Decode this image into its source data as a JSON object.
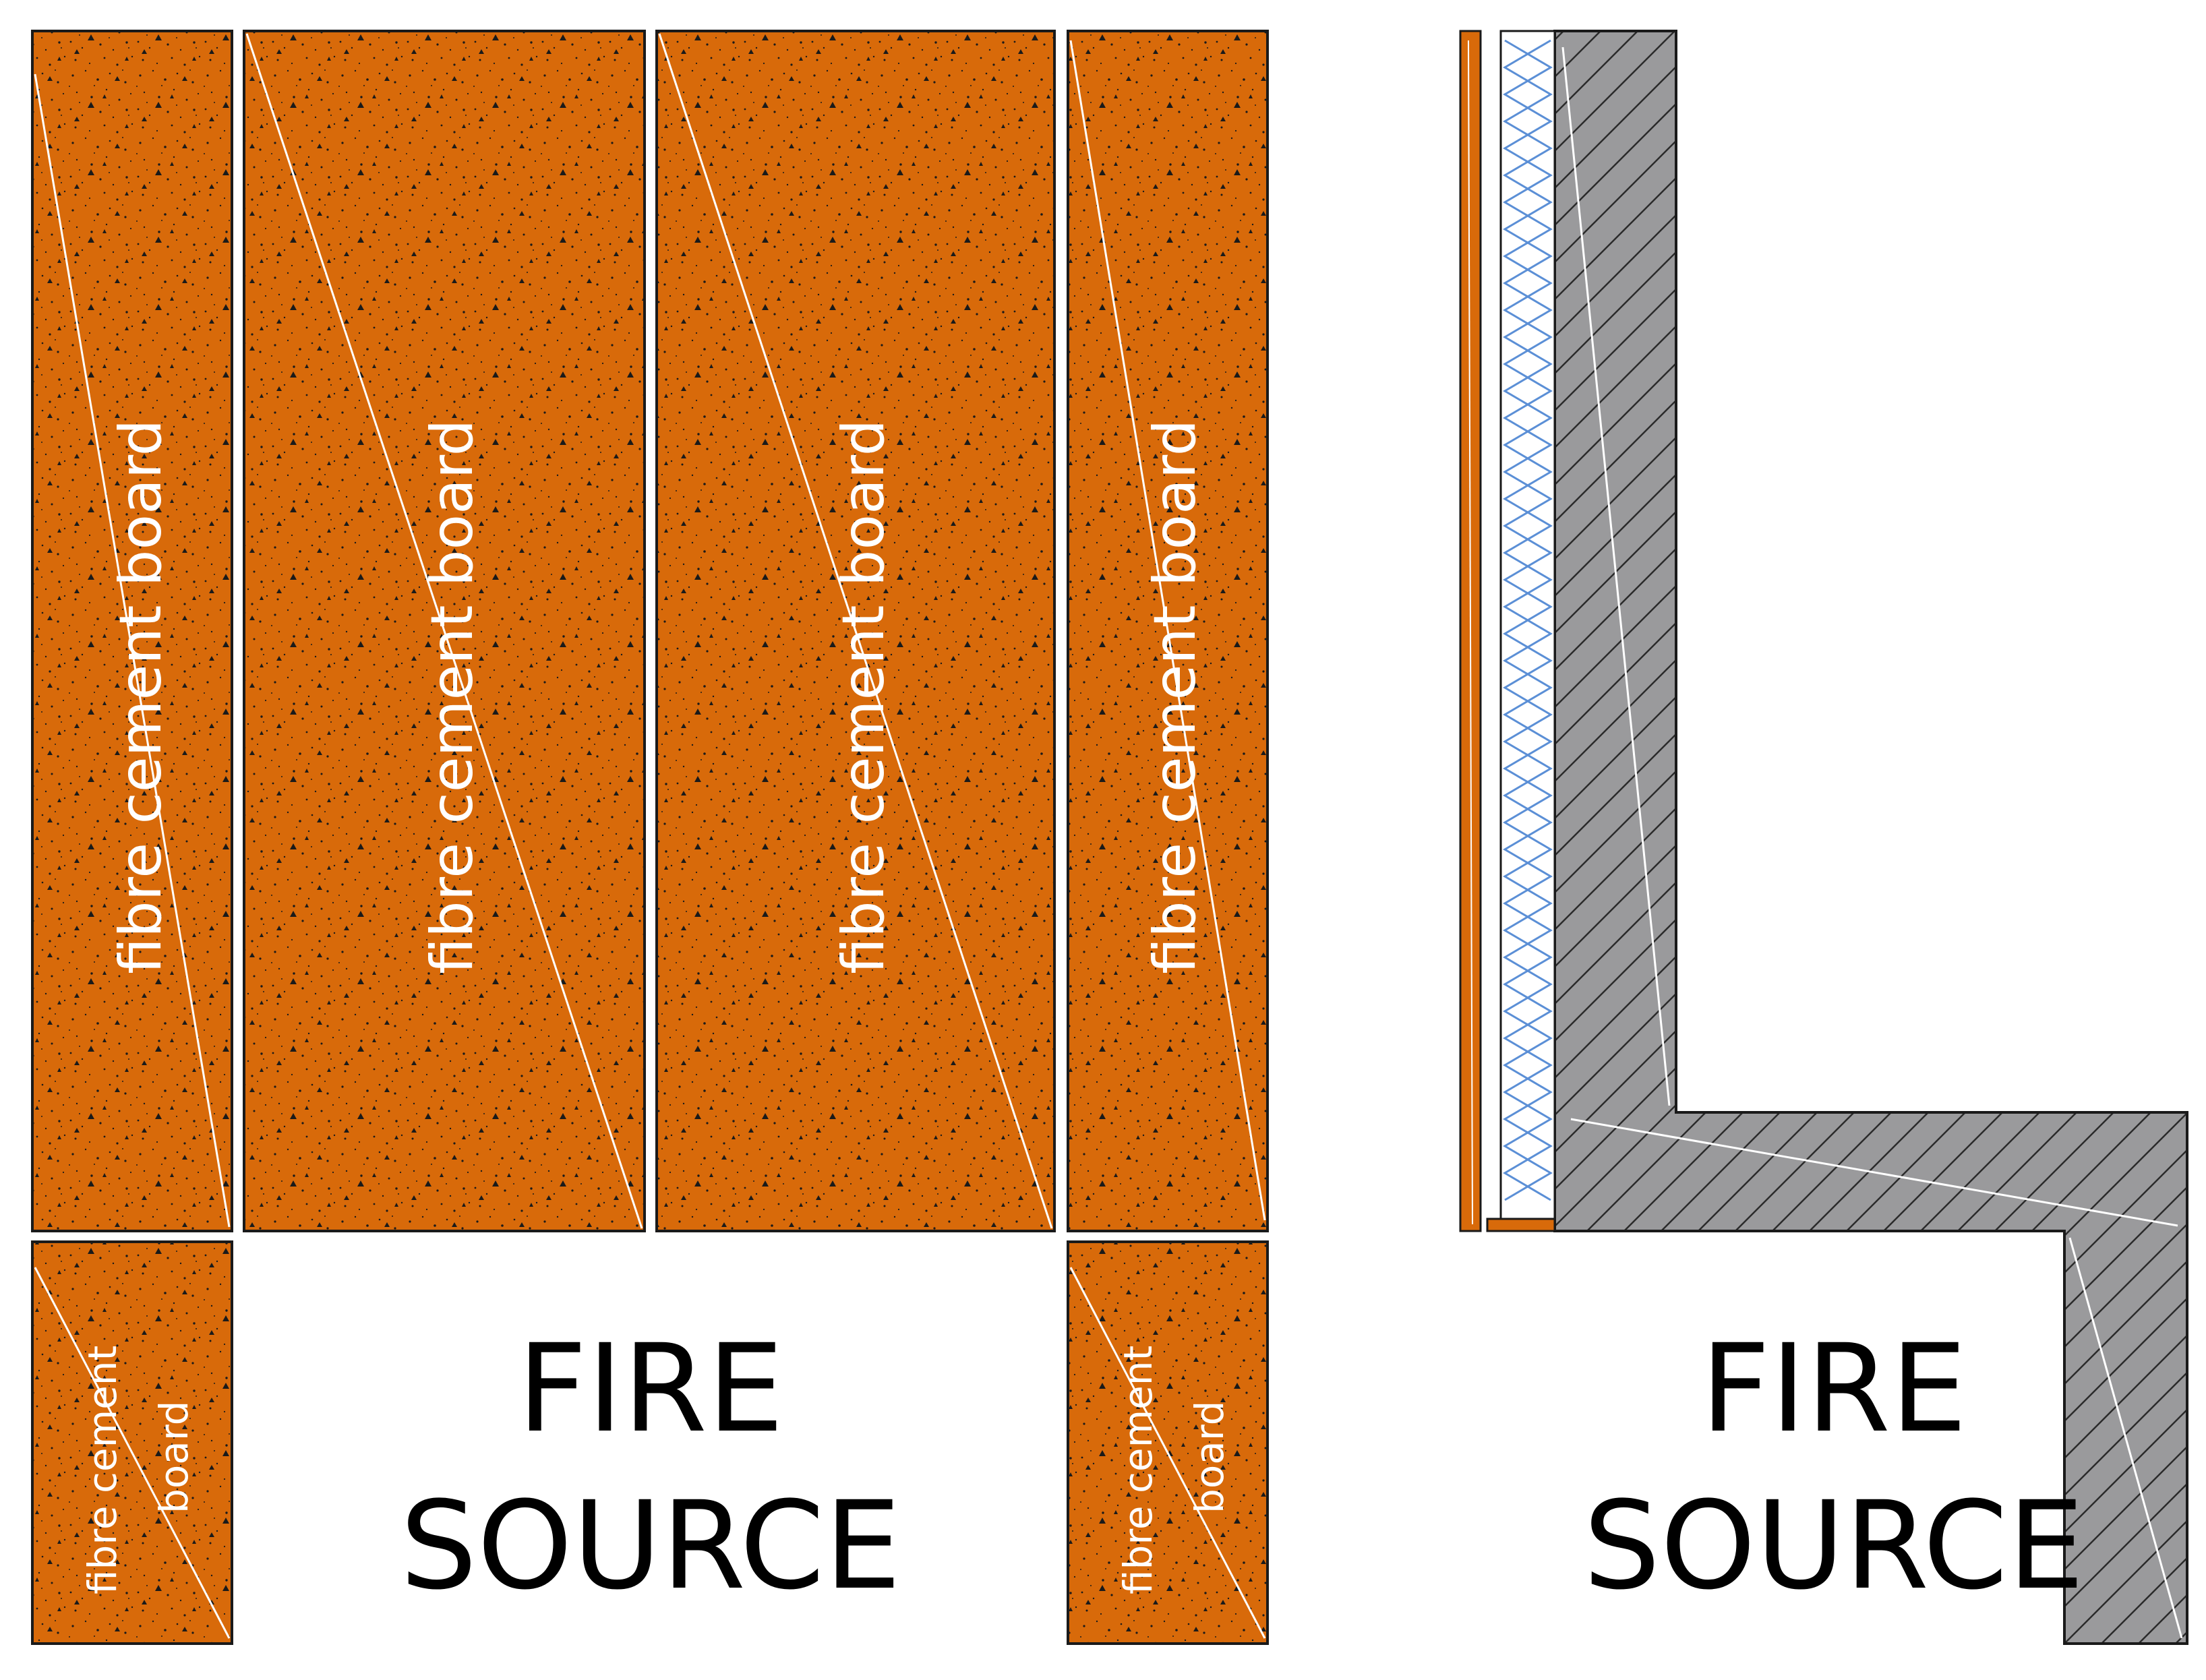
{
  "elevation": {
    "board_label": "fibre cement board",
    "small_board_label_line1": "fibre cement",
    "small_board_label_line2": "board",
    "fire_line1": "FIRE",
    "fire_line2": "SOURCE"
  },
  "section": {
    "fire_line1": "FIRE",
    "fire_line2": "SOURCE"
  },
  "colors": {
    "board": "#D86A0A",
    "concrete": "#9A9A9C",
    "insulation": "#5B8FD6",
    "outline": "#1a1a1a"
  }
}
